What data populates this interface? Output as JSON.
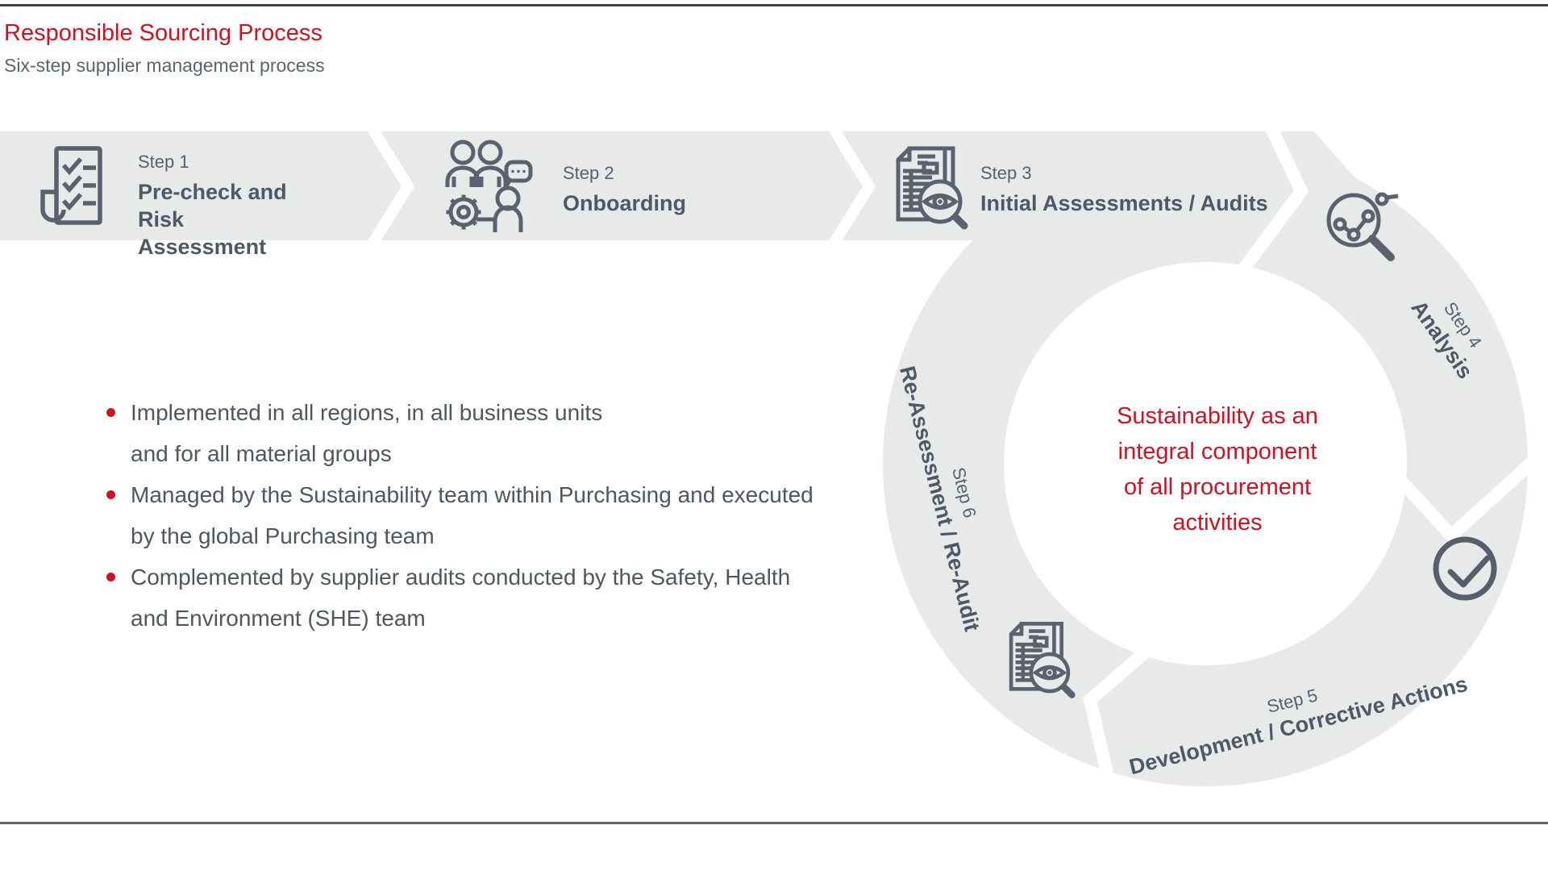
{
  "header": {
    "title": "Responsible Sourcing Process",
    "subtitle": "Six-step supplier management process"
  },
  "band_steps": [
    {
      "label": "Step 1",
      "name": "Pre-check and Risk Assessment",
      "icon": "checklist-document-icon"
    },
    {
      "label": "Step 2",
      "name": "Onboarding",
      "icon": "team-gear-speech-icon"
    },
    {
      "label": "Step 3",
      "name": "Initial Assessments / Audits",
      "icon": "document-eye-magnifier-icon"
    }
  ],
  "ring_steps": [
    {
      "label": "Step 4",
      "name": "Analysis",
      "icon": "chart-magnifier-icon"
    },
    {
      "label": "Step 5",
      "name": "Development / Corrective Actions",
      "icon": "check-circle-icon"
    },
    {
      "label": "Step 6",
      "name": "Re-Assessment / Re-Audit",
      "icon": "document-eye-magnifier-icon"
    }
  ],
  "center_message": {
    "lines": [
      "Sustainability as an",
      "integral component",
      "of all procurement",
      "activities"
    ]
  },
  "bullets": [
    {
      "lines": [
        "Implemented in all regions, in all business units",
        "and for all material groups"
      ]
    },
    {
      "lines": [
        "Managed by the Sustainability team within Purchasing and executed",
        "by the global Purchasing team"
      ]
    },
    {
      "lines": [
        "Complemented by supplier audits conducted by the Safety, Health",
        "and Environment (SHE) team"
      ]
    }
  ],
  "colors": {
    "accent_red": "#d2101e",
    "band_gray": "#e8eae9",
    "icon_stroke": "#59626e",
    "text_gray": "#4e5761"
  }
}
